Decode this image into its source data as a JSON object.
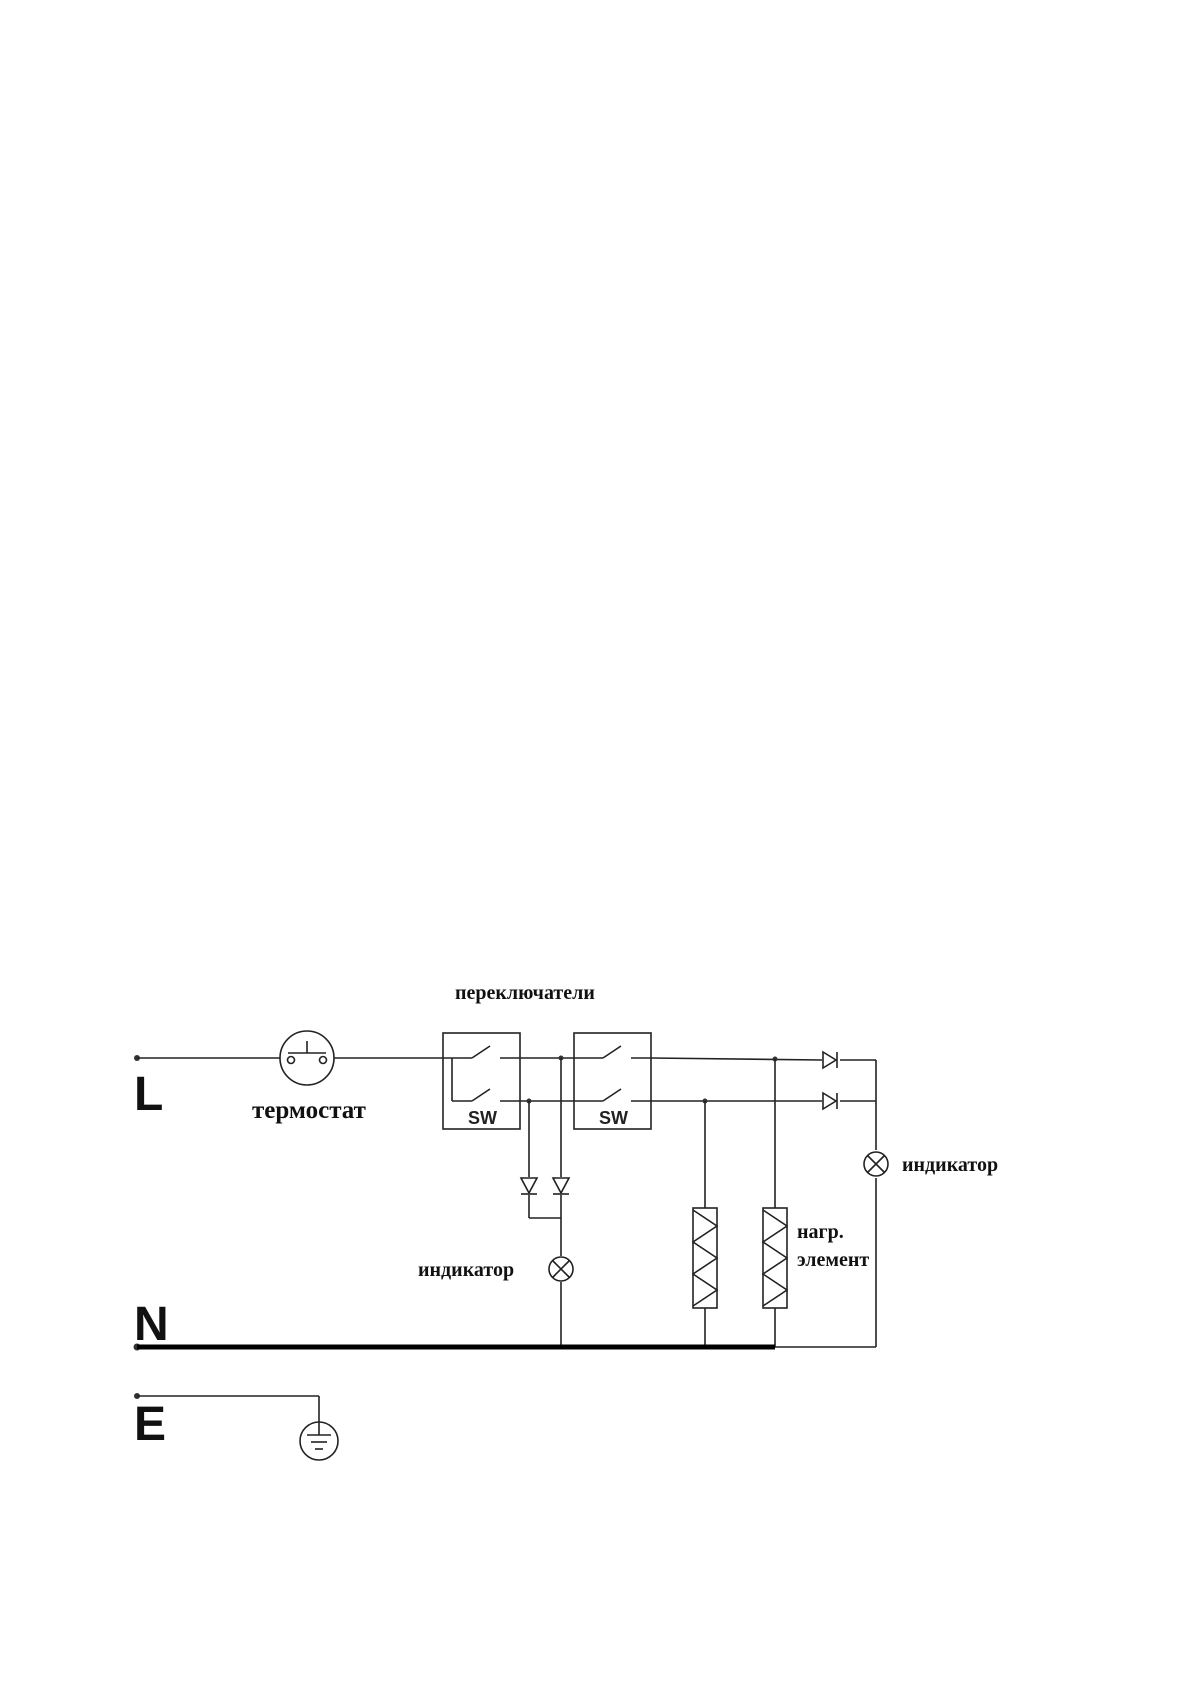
{
  "terminals": {
    "live": "L",
    "neutral": "N",
    "earth": "E"
  },
  "labels": {
    "switches": "переключатели",
    "thermostat": "термостат",
    "indicator_right": "индикатор",
    "indicator_left": "индикатор",
    "heater_line1": "нагр.",
    "heater_line2": "элемент"
  },
  "switch_blocks": [
    "SW",
    "SW"
  ]
}
